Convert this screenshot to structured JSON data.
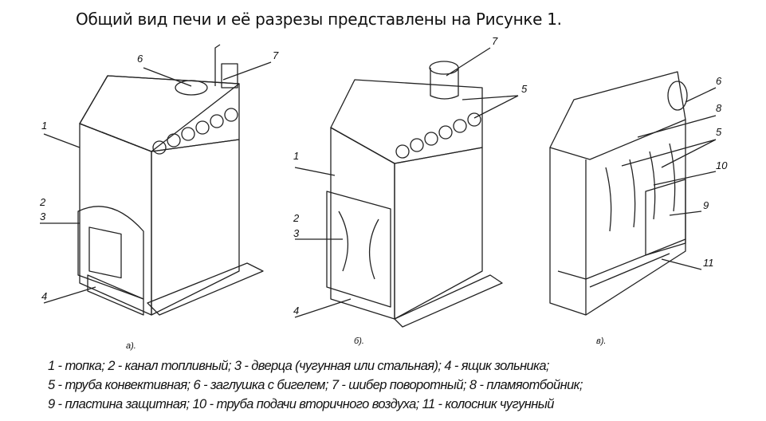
{
  "heading": "Общий вид печи и её разрезы представлены на Рисунке 1.",
  "figures": {
    "a": {
      "caption": "а).",
      "labels": {
        "l1": "1",
        "l2": "2",
        "l3": "3",
        "l4": "4",
        "l6": "6",
        "l7": "7"
      }
    },
    "b": {
      "caption": "б).",
      "labels": {
        "l1": "1",
        "l2": "2",
        "l3": "3",
        "l4": "4",
        "l5": "5",
        "l7": "7"
      }
    },
    "c": {
      "caption": "в).",
      "labels": {
        "l5": "5",
        "l6": "6",
        "l8": "8",
        "l9": "9",
        "l10": "10",
        "l11": "11"
      }
    }
  },
  "legend": [
    "1 - топка; 2 - канал топливный; 3 - дверца (чугунная или стальная); 4 - ящик зольника;",
    "5 - труба конвективная; 6 - заглушка с бигелем; 7 - шибер поворотный; 8 - пламяотбойник;",
    "9 - пластина защитная; 10 - труба подачи вторичного воздуха; 11 - колосник чугунный"
  ]
}
